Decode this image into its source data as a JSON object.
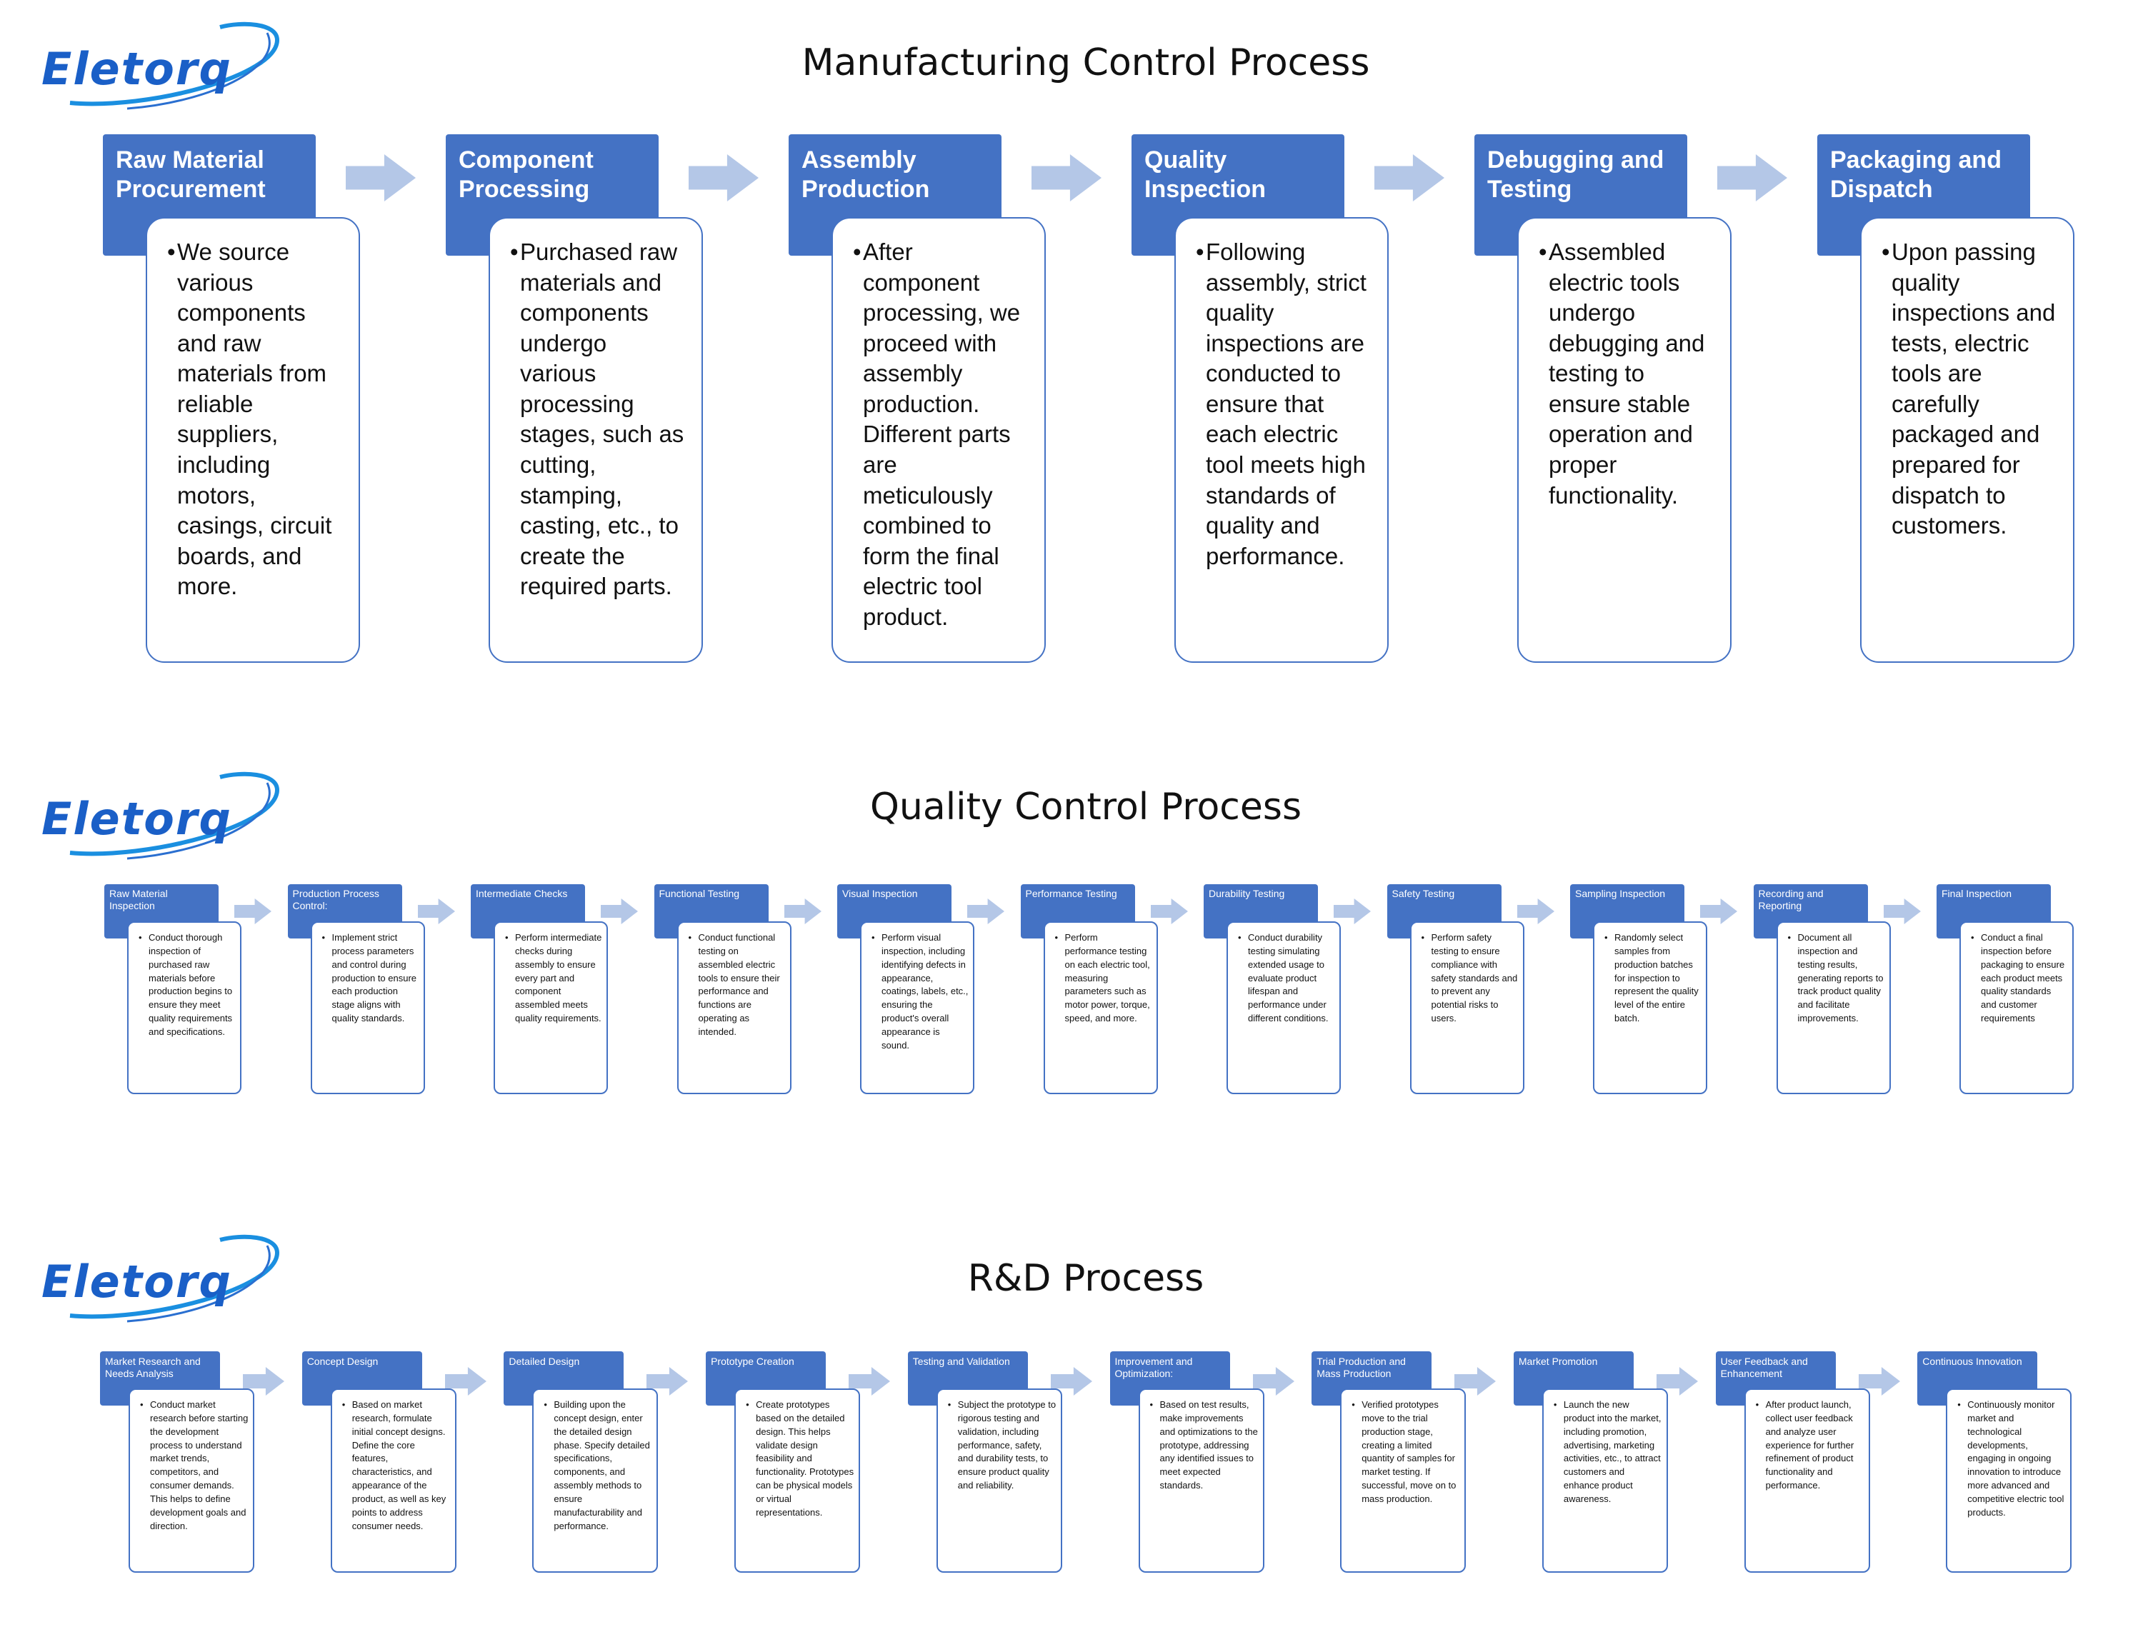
{
  "brand": {
    "name": "Eletorq",
    "color": "#1a5fc7"
  },
  "colors": {
    "header_fill": "#4472c4",
    "card_border": "#4472c4",
    "arrow": "#b4c7e7"
  },
  "sections": [
    {
      "title": "Manufacturing Control Process",
      "steps": [
        {
          "header": "Raw Material Procurement",
          "text": "We source various components and raw materials from reliable suppliers, including motors, casings, circuit boards, and more."
        },
        {
          "header": "Component Processing",
          "text": "Purchased raw materials and components undergo various processing stages, such as cutting, stamping, casting, etc., to create the required parts."
        },
        {
          "header": "Assembly Production",
          "text": "After component processing, we proceed with assembly production. Different parts are meticulously combined to form the final electric tool product."
        },
        {
          "header": "Quality Inspection",
          "text": "Following assembly, strict quality inspections are conducted to ensure that each electric tool meets high standards of quality and performance."
        },
        {
          "header": "Debugging and Testing",
          "text": "Assembled electric tools undergo debugging and testing to ensure stable operation and proper functionality."
        },
        {
          "header": "Packaging and Dispatch",
          "text": "Upon passing quality inspections and tests, electric tools are carefully packaged and prepared for dispatch to customers."
        }
      ]
    },
    {
      "title": "Quality Control Process",
      "steps": [
        {
          "header": "Raw Material Inspection",
          "text": "Conduct thorough inspection of purchased raw materials before production begins to ensure they meet quality requirements and specifications."
        },
        {
          "header": "Production Process Control:",
          "text": "Implement strict process parameters and control during production to ensure each production stage aligns with quality standards."
        },
        {
          "header": "Intermediate Checks",
          "text": "Perform intermediate checks during assembly to ensure every part and component assembled meets quality requirements."
        },
        {
          "header": "Functional Testing",
          "text": "Conduct functional testing on assembled electric tools to ensure their performance and functions are operating as intended."
        },
        {
          "header": "Visual Inspection",
          "text": "Perform visual inspection, including identifying defects in appearance, coatings, labels, etc., ensuring the product's overall appearance is sound."
        },
        {
          "header": "Performance Testing",
          "text": "Perform performance testing on each electric tool, measuring parameters such as motor power, torque, speed, and more."
        },
        {
          "header": "Durability Testing",
          "text": "Conduct durability testing simulating extended usage to evaluate product lifespan and performance under different conditions."
        },
        {
          "header": "Safety Testing",
          "text": "Perform safety testing to ensure compliance with safety standards and to prevent any potential risks to users."
        },
        {
          "header": "Sampling Inspection",
          "text": "Randomly select samples from production batches for inspection to represent the quality level of the entire batch."
        },
        {
          "header": "Recording and Reporting",
          "text": "Document all inspection and testing results, generating reports to track product quality and facilitate improvements."
        },
        {
          "header": "Final Inspection",
          "text": "Conduct a final inspection before packaging to ensure each product meets quality standards and customer requirements"
        }
      ]
    },
    {
      "title": "R&D Process",
      "steps": [
        {
          "header": "Market Research and Needs Analysis",
          "text": "Conduct market research before starting the development process to understand market trends, competitors, and consumer demands. This helps to define development goals and direction."
        },
        {
          "header": "Concept Design",
          "text": "Based on market research, formulate initial concept designs. Define the core features, characteristics, and appearance of the product, as well as key points to address consumer needs."
        },
        {
          "header": "Detailed Design",
          "text": "Building upon the concept design, enter the detailed design phase. Specify detailed specifications, components, and assembly methods to ensure manufacturability and performance."
        },
        {
          "header": "Prototype Creation",
          "text": "Create prototypes based on the detailed design. This helps validate design feasibility and functionality. Prototypes can be physical models or virtual representations."
        },
        {
          "header": "Testing and Validation",
          "text": "Subject the prototype to rigorous testing and validation, including performance, safety, and durability tests, to ensure product quality and reliability."
        },
        {
          "header": "Improvement and Optimization:",
          "text": "Based on test results, make improvements and optimizations to the prototype, addressing any identified issues to meet expected standards."
        },
        {
          "header": "Trial Production and Mass Production",
          "text": "Verified prototypes move to the trial production stage, creating a limited quantity of samples for market testing. If successful, move on to mass production."
        },
        {
          "header": "Market Promotion",
          "text": "Launch the new product into the market, including promotion, advertising, marketing activities, etc., to attract customers and enhance product awareness."
        },
        {
          "header": "User Feedback and Enhancement",
          "text": "After product launch, collect user feedback and analyze user experience for further refinement of product functionality and performance."
        },
        {
          "header": "Continuous Innovation",
          "text": "Continuously monitor market and technological developments, engaging in ongoing innovation to introduce more advanced and competitive electric tool products."
        }
      ]
    }
  ]
}
